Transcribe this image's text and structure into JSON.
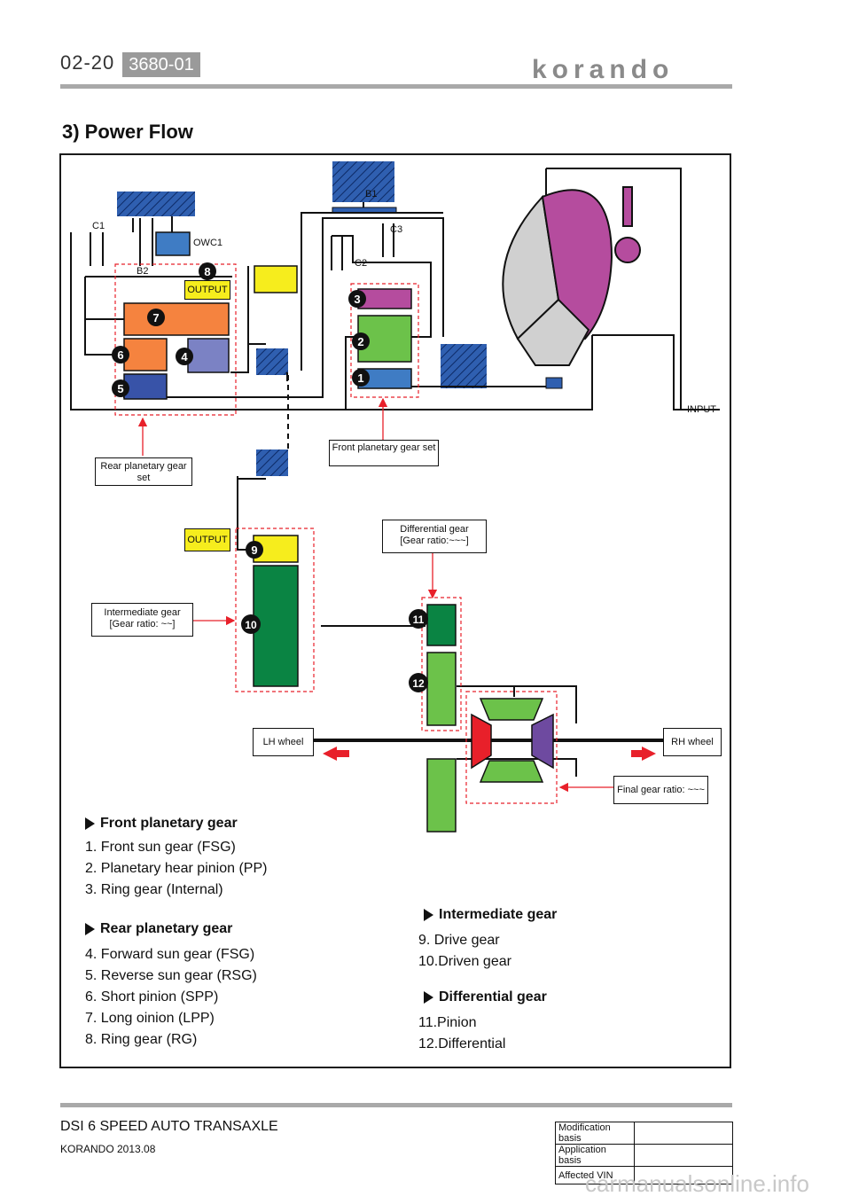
{
  "header": {
    "page_number": "02-20",
    "code": "3680-01",
    "brand": "korando"
  },
  "section_title": "3) Power Flow",
  "diagram": {
    "labels": {
      "b1": "B1",
      "c1": "C1",
      "c2": "C2",
      "c3": "C3",
      "b2": "B2",
      "owc1": "OWC1",
      "output_top": "OUTPUT",
      "output_mid": "OUTPUT",
      "input": "INPUT",
      "rear_set": "Rear planetary gear set",
      "front_set": "Front planetary gear set",
      "differential_box": "Differential gear [Gear ratio:~~~]",
      "intermediate_box": "Intermediate gear [Gear ratio: ~~]",
      "lh_wheel": "LH wheel",
      "rh_wheel": "RH wheel",
      "final_gear": "Final gear ratio: ~~~"
    },
    "badges": [
      "1",
      "2",
      "3",
      "4",
      "5",
      "6",
      "7",
      "8",
      "9",
      "10",
      "11",
      "12"
    ]
  },
  "lists": {
    "front": {
      "title": "Front planetary gear",
      "items": [
        "1. Front sun gear (FSG)",
        "2. Planetary hear pinion (PP)",
        "3. Ring gear (Internal)"
      ]
    },
    "rear": {
      "title": "Rear planetary gear",
      "items": [
        "4. Forward sun gear (FSG)",
        "5. Reverse sun gear (RSG)",
        "6. Short pinion (SPP)",
        "7. Long oinion (LPP)",
        "8. Ring gear (RG)"
      ]
    },
    "intermediate": {
      "title": "Intermediate gear",
      "items": [
        "9. Drive gear",
        "10.Driven gear"
      ]
    },
    "differential": {
      "title": "Differential gear",
      "items": [
        "11.Pinion",
        "12.Differential"
      ]
    }
  },
  "footer": {
    "title": "DSI 6 SPEED AUTO TRANSAXLE",
    "subtitle": "KORANDO 2013.08",
    "table_rows": [
      "Modification basis",
      "Application basis",
      "Affected VIN"
    ],
    "watermark": "carmanualsonline.info"
  },
  "colors": {
    "hatch_blue": "#2f5fb0",
    "orange": "#f5833f",
    "green": "#6cc24a",
    "dark_green": "#0a8443",
    "magenta": "#b54c9e",
    "yellow": "#f6ed1d",
    "red": "#e8202a"
  }
}
